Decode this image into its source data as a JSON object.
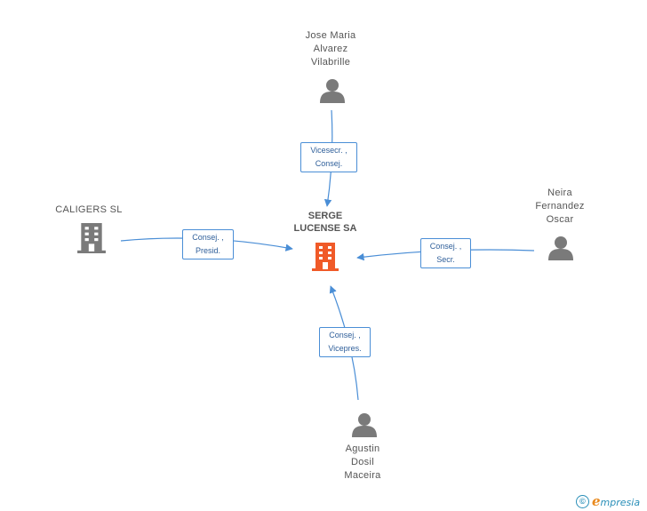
{
  "center": {
    "name": [
      "SERGE",
      "LUCENSE SA"
    ],
    "color": "#f05a28"
  },
  "nodes": [
    {
      "id": "jose",
      "type": "person",
      "name": [
        "Jose Maria",
        "Alvarez",
        "Vilabrille"
      ]
    },
    {
      "id": "caligers",
      "type": "company",
      "name": [
        "CALIGERS  SL"
      ]
    },
    {
      "id": "neira",
      "type": "person",
      "name": [
        "Neira",
        "Fernandez",
        "Oscar"
      ]
    },
    {
      "id": "agustin",
      "type": "person",
      "name": [
        "Agustin",
        "Dosil",
        "Maceira"
      ]
    }
  ],
  "edges": [
    {
      "from": "jose",
      "label": [
        "Vicesecr. ,",
        "Consej."
      ]
    },
    {
      "from": "caligers",
      "label": [
        "Consej. ,",
        "Presid."
      ]
    },
    {
      "from": "neira",
      "label": [
        "Consej. ,",
        "Secr."
      ]
    },
    {
      "from": "agustin",
      "label": [
        "Consej. ,",
        "Vicepres."
      ]
    }
  ],
  "colors": {
    "edge": "#4a8ed6",
    "node_icon": "#7a7a7a",
    "label_text": "#555555"
  },
  "footer": {
    "symbol": "©",
    "brand_initial": "e",
    "brand_rest": "mpresia"
  }
}
